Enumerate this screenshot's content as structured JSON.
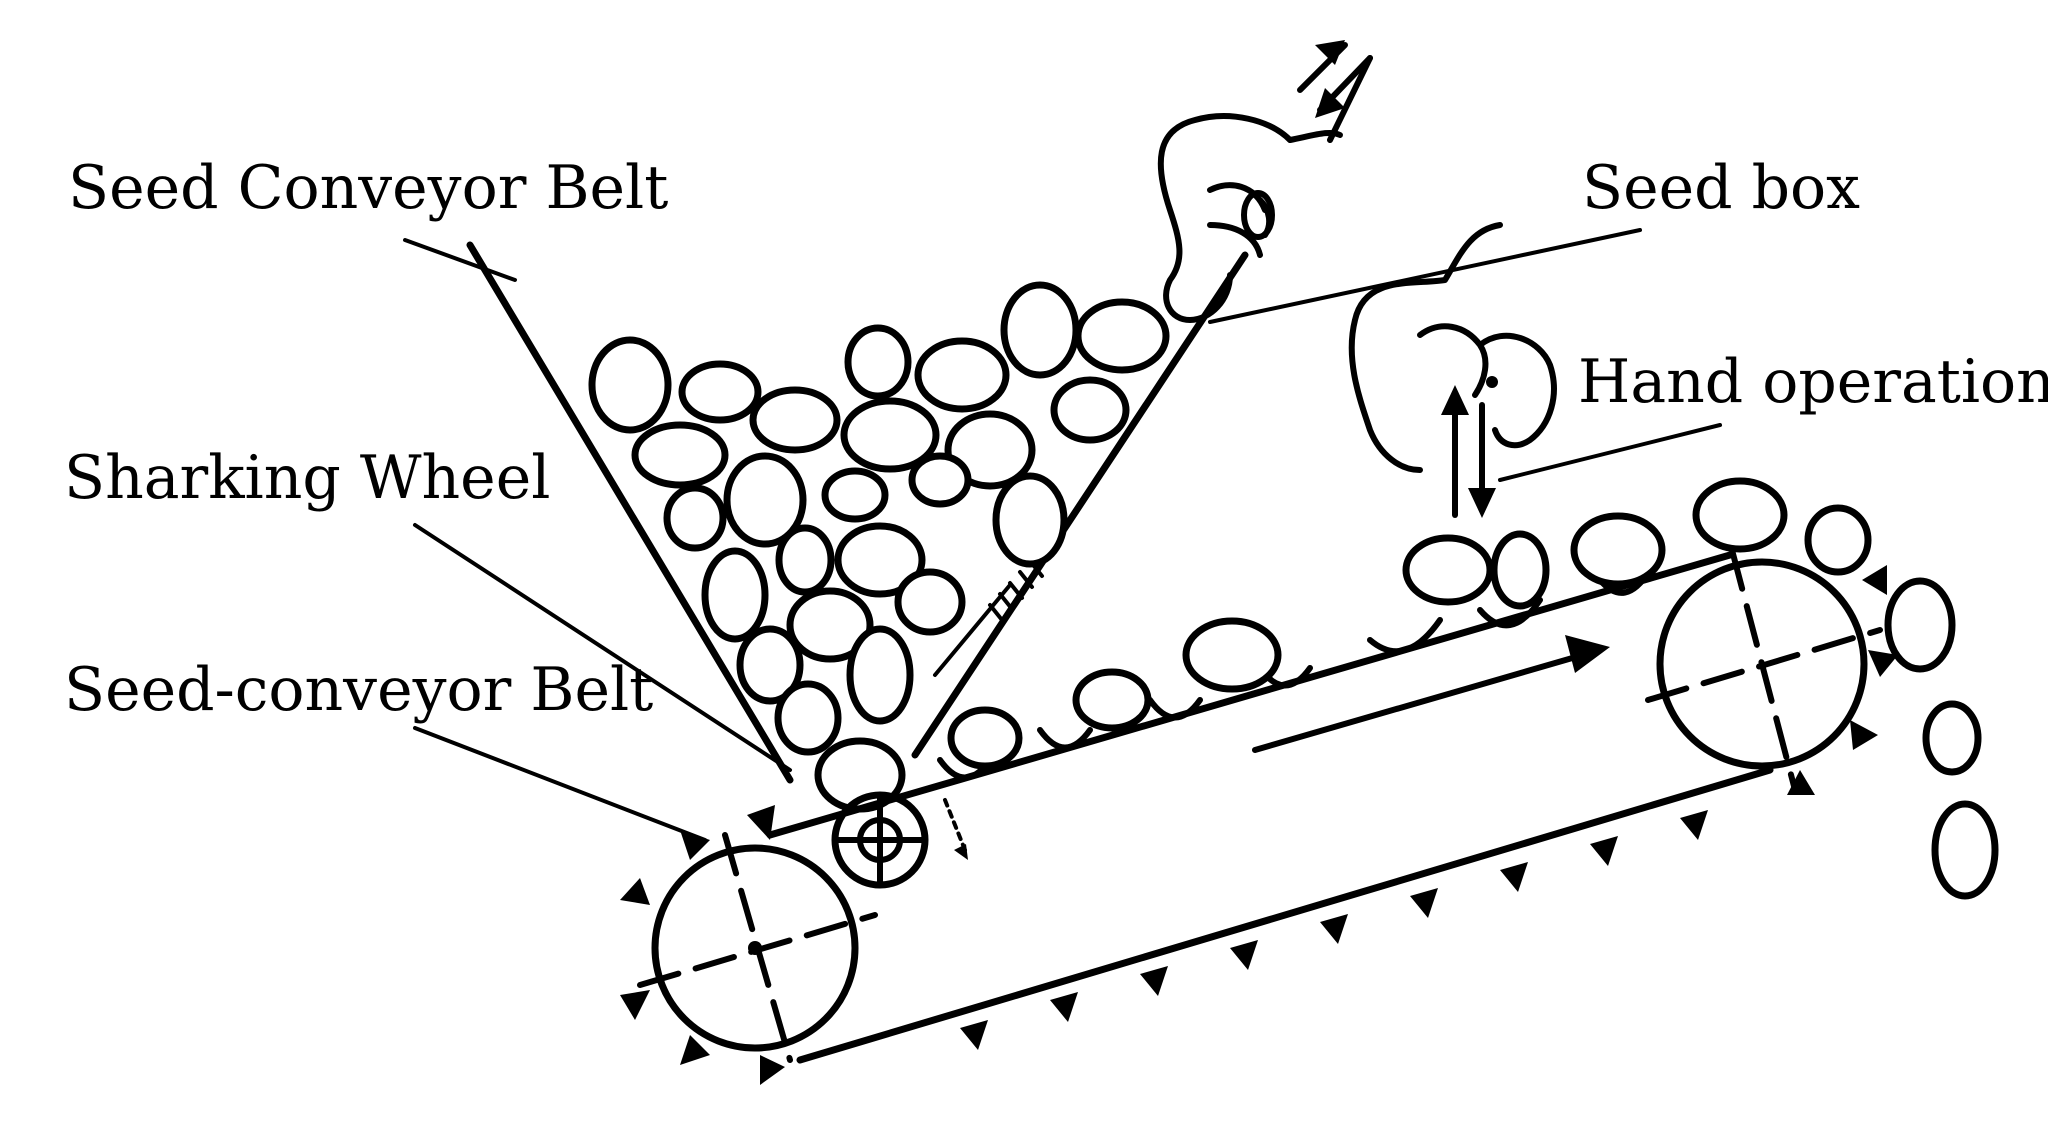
{
  "labels": {
    "seed_conveyor_belt_top": "Seed Conveyor Belt",
    "sharking_wheel": "Sharking Wheel",
    "seed_conveyor_belt_bottom": "Seed-conveyor Belt",
    "seed_box": "Seed box",
    "hand_operation": "Hand operation"
  },
  "colors": {
    "ink": "#000000",
    "background": "#ffffff"
  }
}
